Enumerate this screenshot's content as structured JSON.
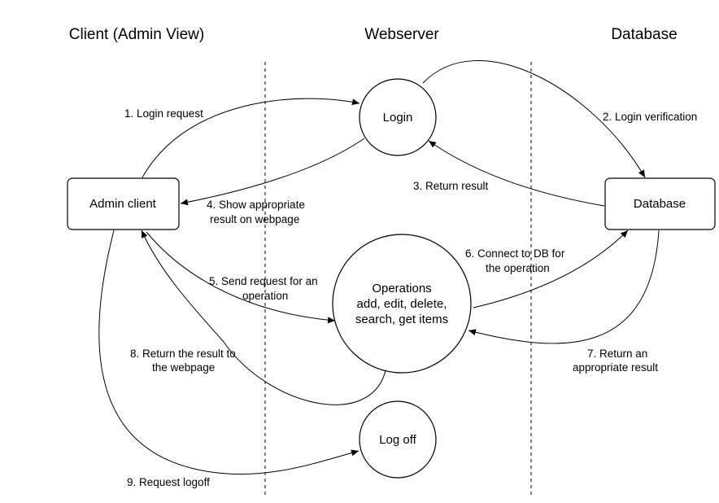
{
  "lanes": {
    "client": "Client (Admin View)",
    "webserver": "Webserver",
    "database": "Database"
  },
  "nodes": {
    "admin_client": "Admin client",
    "login": "Login",
    "database": "Database",
    "operations": [
      "Operations",
      "add, edit, delete,",
      "search, get items"
    ],
    "logoff": "Log off"
  },
  "edges": {
    "e1": [
      "1. Login request"
    ],
    "e2": [
      "2. Login verification"
    ],
    "e3": [
      "3. Return result"
    ],
    "e4": [
      "4. Show appropriate",
      "result on webpage"
    ],
    "e5": [
      "5. Send request for an",
      "operation"
    ],
    "e6": [
      "6. Connect to DB for",
      "the operation"
    ],
    "e7": [
      "7. Return an",
      "appropriate result"
    ],
    "e8": [
      "8. Return the result to",
      "the webpage"
    ],
    "e9": [
      "9. Request logoff"
    ]
  }
}
